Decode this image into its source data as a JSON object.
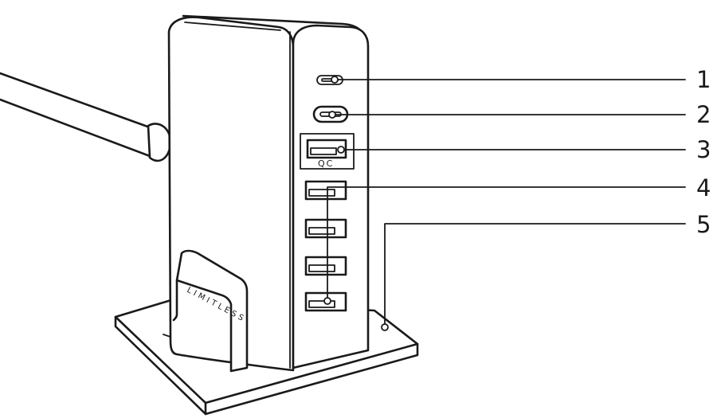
{
  "product": {
    "brand_text": "LIMITLESS",
    "qc_label": "QC"
  },
  "callouts": [
    {
      "number": "1",
      "part": "usb-c-port-small"
    },
    {
      "number": "2",
      "part": "usb-c-port-large"
    },
    {
      "number": "3",
      "part": "quick-charge-usb-a-port"
    },
    {
      "number": "4",
      "part": "usb-a-ports"
    },
    {
      "number": "5",
      "part": "stand-base"
    }
  ],
  "colors": {
    "line": "#1a1a1a",
    "background": "#ffffff"
  }
}
